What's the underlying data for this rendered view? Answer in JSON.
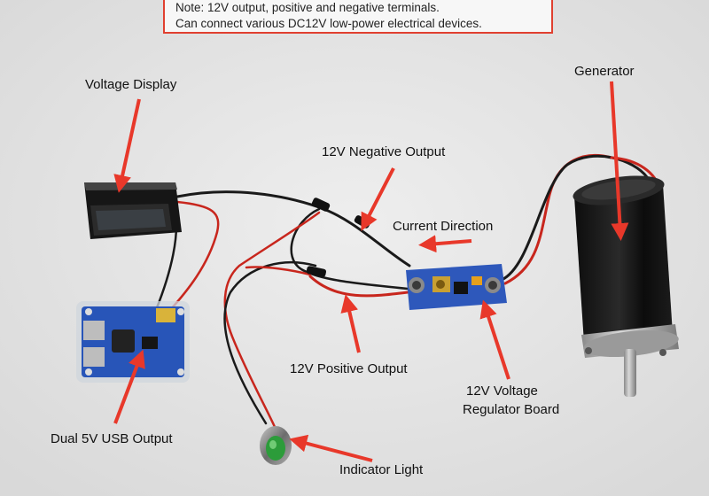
{
  "note": {
    "line1": "Note: 12V output, positive and negative terminals.",
    "line2": "Can connect various DC12V low-power electrical devices."
  },
  "labels": {
    "voltage_display": "Voltage Display",
    "generator": "Generator",
    "negative_output": "12V Negative Output",
    "current_direction": "Current Direction",
    "positive_output": "12V Positive Output",
    "regulator_line1": "12V Voltage",
    "regulator_line2": "Regulator Board",
    "usb_output": "Dual 5V USB Output",
    "indicator_light": "Indicator Light"
  },
  "colors": {
    "arrow": "#e8382a",
    "note_border": "#e04030",
    "wire_red": "#c8261d",
    "wire_black": "#1a1a1a",
    "pcb_blue": "#2855b8"
  }
}
